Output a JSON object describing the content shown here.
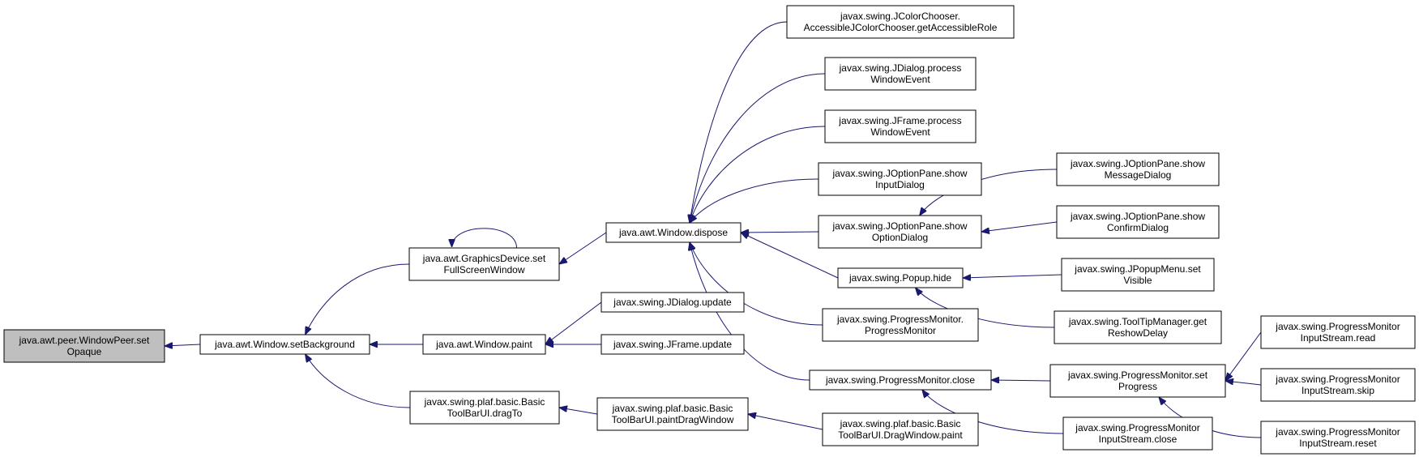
{
  "colors": {
    "edge": "#191970",
    "node_border": "#000000",
    "node_fill": "#ffffff",
    "root_fill": "#bfbfbf"
  },
  "nodes": [
    {
      "id": "n_root",
      "lines": [
        "java.awt.peer.WindowPeer.set",
        "Opaque"
      ],
      "highlight": true
    },
    {
      "id": "n_setbg",
      "lines": [
        "java.awt.Window.setBackground"
      ]
    },
    {
      "id": "n_gdfs",
      "lines": [
        "java.awt.GraphicsDevice.set",
        "FullScreenWindow"
      ]
    },
    {
      "id": "n_wpaint",
      "lines": [
        "java.awt.Window.paint"
      ]
    },
    {
      "id": "n_dragto",
      "lines": [
        "javax.swing.plaf.basic.Basic",
        "ToolBarUI.dragTo"
      ]
    },
    {
      "id": "n_dispose",
      "lines": [
        "java.awt.Window.dispose"
      ]
    },
    {
      "id": "n_jdupdate",
      "lines": [
        "javax.swing.JDialog.update"
      ]
    },
    {
      "id": "n_jfupdate",
      "lines": [
        "javax.swing.JFrame.update"
      ]
    },
    {
      "id": "n_paintdw",
      "lines": [
        "javax.swing.plaf.basic.Basic",
        "ToolBarUI.paintDragWindow"
      ]
    },
    {
      "id": "n_jcc",
      "lines": [
        "javax.swing.JColorChooser.",
        "AccessibleJColorChooser.getAccessibleRole"
      ]
    },
    {
      "id": "n_jdpwe",
      "lines": [
        "javax.swing.JDialog.process",
        "WindowEvent"
      ]
    },
    {
      "id": "n_jfpwe",
      "lines": [
        "javax.swing.JFrame.process",
        "WindowEvent"
      ]
    },
    {
      "id": "n_sid",
      "lines": [
        "javax.swing.JOptionPane.show",
        "InputDialog"
      ]
    },
    {
      "id": "n_sod",
      "lines": [
        "javax.swing.JOptionPane.show",
        "OptionDialog"
      ]
    },
    {
      "id": "n_phide",
      "lines": [
        "javax.swing.Popup.hide"
      ]
    },
    {
      "id": "n_pmpm",
      "lines": [
        "javax.swing.ProgressMonitor.",
        "ProgressMonitor"
      ]
    },
    {
      "id": "n_pmclose",
      "lines": [
        "javax.swing.ProgressMonitor.close"
      ]
    },
    {
      "id": "n_dwpaint",
      "lines": [
        "javax.swing.plaf.basic.Basic",
        "ToolBarUI.DragWindow.paint"
      ]
    },
    {
      "id": "n_smd",
      "lines": [
        "javax.swing.JOptionPane.show",
        "MessageDialog"
      ]
    },
    {
      "id": "n_scd",
      "lines": [
        "javax.swing.JOptionPane.show",
        "ConfirmDialog"
      ]
    },
    {
      "id": "n_jpmvis",
      "lines": [
        "javax.swing.JPopupMenu.set",
        "Visible"
      ]
    },
    {
      "id": "n_ttm",
      "lines": [
        "javax.swing.ToolTipManager.get",
        "ReshowDelay"
      ]
    },
    {
      "id": "n_pmsp",
      "lines": [
        "javax.swing.ProgressMonitor.set",
        "Progress"
      ]
    },
    {
      "id": "n_pmisclose",
      "lines": [
        "javax.swing.ProgressMonitor",
        "InputStream.close"
      ]
    },
    {
      "id": "n_pmisread",
      "lines": [
        "javax.swing.ProgressMonitor",
        "InputStream.read"
      ]
    },
    {
      "id": "n_pmisskip",
      "lines": [
        "javax.swing.ProgressMonitor",
        "InputStream.skip"
      ]
    },
    {
      "id": "n_pmisreset",
      "lines": [
        "javax.swing.ProgressMonitor",
        "InputStream.reset"
      ]
    }
  ],
  "edges": [
    {
      "from": "n_setbg",
      "to": "n_root"
    },
    {
      "from": "n_gdfs",
      "to": "n_setbg"
    },
    {
      "from": "n_wpaint",
      "to": "n_setbg"
    },
    {
      "from": "n_dragto",
      "to": "n_setbg"
    },
    {
      "from": "n_gdfs",
      "to": "n_gdfs"
    },
    {
      "from": "n_dispose",
      "to": "n_gdfs"
    },
    {
      "from": "n_jdupdate",
      "to": "n_wpaint"
    },
    {
      "from": "n_jfupdate",
      "to": "n_wpaint"
    },
    {
      "from": "n_paintdw",
      "to": "n_dragto"
    },
    {
      "from": "n_dwpaint",
      "to": "n_paintdw"
    },
    {
      "from": "n_jcc",
      "to": "n_dispose"
    },
    {
      "from": "n_jdpwe",
      "to": "n_dispose"
    },
    {
      "from": "n_jfpwe",
      "to": "n_dispose"
    },
    {
      "from": "n_sid",
      "to": "n_dispose"
    },
    {
      "from": "n_sod",
      "to": "n_dispose"
    },
    {
      "from": "n_phide",
      "to": "n_dispose"
    },
    {
      "from": "n_pmpm",
      "to": "n_dispose"
    },
    {
      "from": "n_pmclose",
      "to": "n_dispose"
    },
    {
      "from": "n_smd",
      "to": "n_sod"
    },
    {
      "from": "n_scd",
      "to": "n_sod"
    },
    {
      "from": "n_jpmvis",
      "to": "n_phide"
    },
    {
      "from": "n_ttm",
      "to": "n_phide"
    },
    {
      "from": "n_pmsp",
      "to": "n_pmclose"
    },
    {
      "from": "n_pmisclose",
      "to": "n_pmclose"
    },
    {
      "from": "n_pmisread",
      "to": "n_pmsp"
    },
    {
      "from": "n_pmisskip",
      "to": "n_pmsp"
    },
    {
      "from": "n_pmisreset",
      "to": "n_pmsp"
    }
  ]
}
